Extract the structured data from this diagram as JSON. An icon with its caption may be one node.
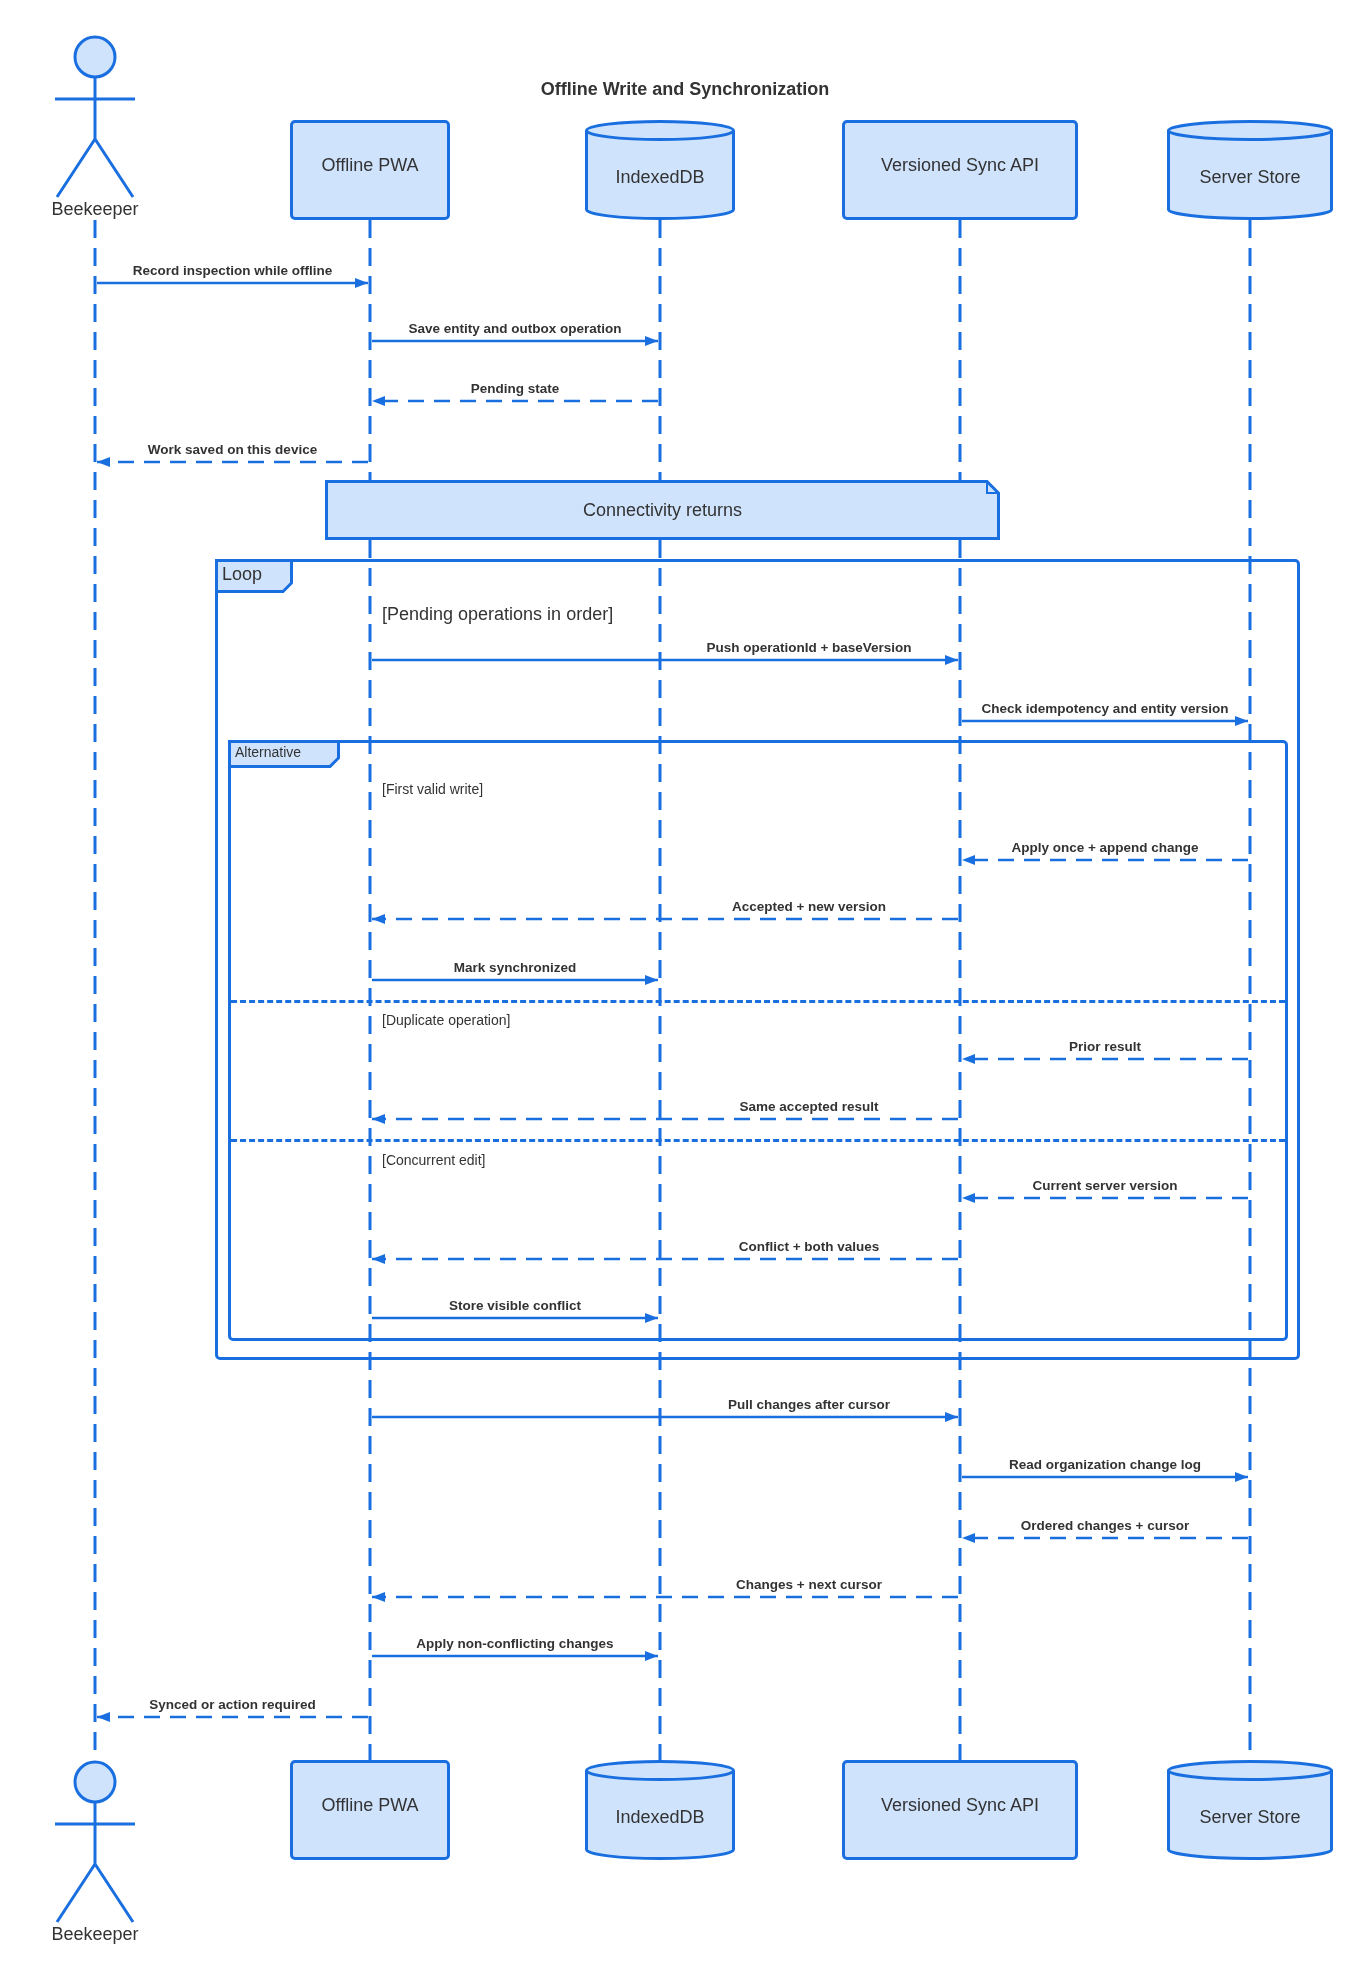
{
  "diagram": {
    "title": "Offline Write and Synchronization",
    "nodes": [
      {
        "text": [
          "Beekeeper"
        ]
      },
      {
        "text": [
          "Offline PWA"
        ]
      },
      {
        "text": [
          "IndexedDB"
        ]
      },
      {
        "text": [
          "Versioned Sync API"
        ]
      },
      {
        "text": [
          "Server Store"
        ]
      },
      {
        "text": [],
        "shape": "line"
      },
      {
        "text": [],
        "shape": "line"
      },
      {
        "text": [],
        "shape": "line"
      },
      {
        "text": [],
        "shape": "line"
      },
      {
        "text": [],
        "shape": "line"
      },
      {
        "text": [
          "Connectivity returns"
        ]
      },
      {
        "text": [],
        "shape": "line"
      },
      {
        "text": [],
        "shape": "line"
      },
      {
        "text": [],
        "shape": "line"
      },
      {
        "text": [
          "Loop",
          "[Pending operations in order]"
        ]
      },
      {
        "text": [
          "Alternative"
        ],
        "in": 14
      },
      {
        "text": [
          "[First valid write]"
        ],
        "in": 15
      },
      {
        "text": [
          "[Duplicate operation]"
        ],
        "in": 15
      },
      {
        "text": [
          "[Concurrent edit]"
        ],
        "in": 15
      },
      {
        "text": [
          "Beekeeper"
        ]
      },
      {
        "text": [
          "Offline PWA"
        ]
      },
      {
        "text": [
          "IndexedDB"
        ]
      },
      {
        "text": [
          "Versioned Sync API"
        ]
      },
      {
        "text": [
          "Server Store"
        ]
      }
    ],
    "edges": [
      {
        "from": 5,
        "to": 6,
        "arrow": "to",
        "label": "Record inspection while offline"
      },
      {
        "from": 6,
        "to": 7,
        "arrow": "to",
        "label": "Save entity and outbox operation"
      },
      {
        "from": 7,
        "to": 6,
        "arrow": "to",
        "label": "Pending state",
        "style": "dashed"
      },
      {
        "from": 6,
        "to": 5,
        "arrow": "to",
        "label": "Work saved on this device",
        "style": "dashed"
      },
      {
        "from": 11,
        "to": 13,
        "arrow": "to",
        "label": "Push operationId + baseVersion"
      },
      {
        "from": 13,
        "to": 9,
        "arrow": "to",
        "label": "Check idempotency and entity version"
      },
      {
        "from": 9,
        "to": 13,
        "arrow": "to",
        "label": "Apply once + append change",
        "style": "dashed"
      },
      {
        "from": 13,
        "to": 11,
        "arrow": "to",
        "label": "Accepted + new version",
        "style": "dashed"
      },
      {
        "from": 11,
        "to": 12,
        "arrow": "to",
        "label": "Mark synchronized"
      },
      {
        "from": 9,
        "to": 13,
        "arrow": "to",
        "label": "Prior result",
        "style": "dashed"
      },
      {
        "from": 13,
        "to": 11,
        "arrow": "to",
        "label": "Same accepted result",
        "style": "dashed"
      },
      {
        "from": 9,
        "to": 13,
        "arrow": "to",
        "label": "Current server version",
        "style": "dashed"
      },
      {
        "from": 13,
        "to": 11,
        "arrow": "to",
        "label": "Conflict + both values",
        "style": "dashed"
      },
      {
        "from": 11,
        "to": 12,
        "arrow": "to",
        "label": "Store visible conflict"
      },
      {
        "from": 11,
        "to": 13,
        "arrow": "to",
        "label": "Pull changes after cursor"
      },
      {
        "from": 13,
        "to": 9,
        "arrow": "to",
        "label": "Read organization change log"
      },
      {
        "from": 9,
        "to": 13,
        "arrow": "to",
        "label": "Ordered changes + cursor",
        "style": "dashed"
      },
      {
        "from": 13,
        "to": 11,
        "arrow": "to",
        "label": "Changes + next cursor",
        "style": "dashed"
      },
      {
        "from": 11,
        "to": 12,
        "arrow": "to",
        "label": "Apply non-conflicting changes"
      },
      {
        "from": 11,
        "to": 5,
        "arrow": "to",
        "label": "Synced or action required",
        "style": "dashed"
      }
    ]
  }
}
